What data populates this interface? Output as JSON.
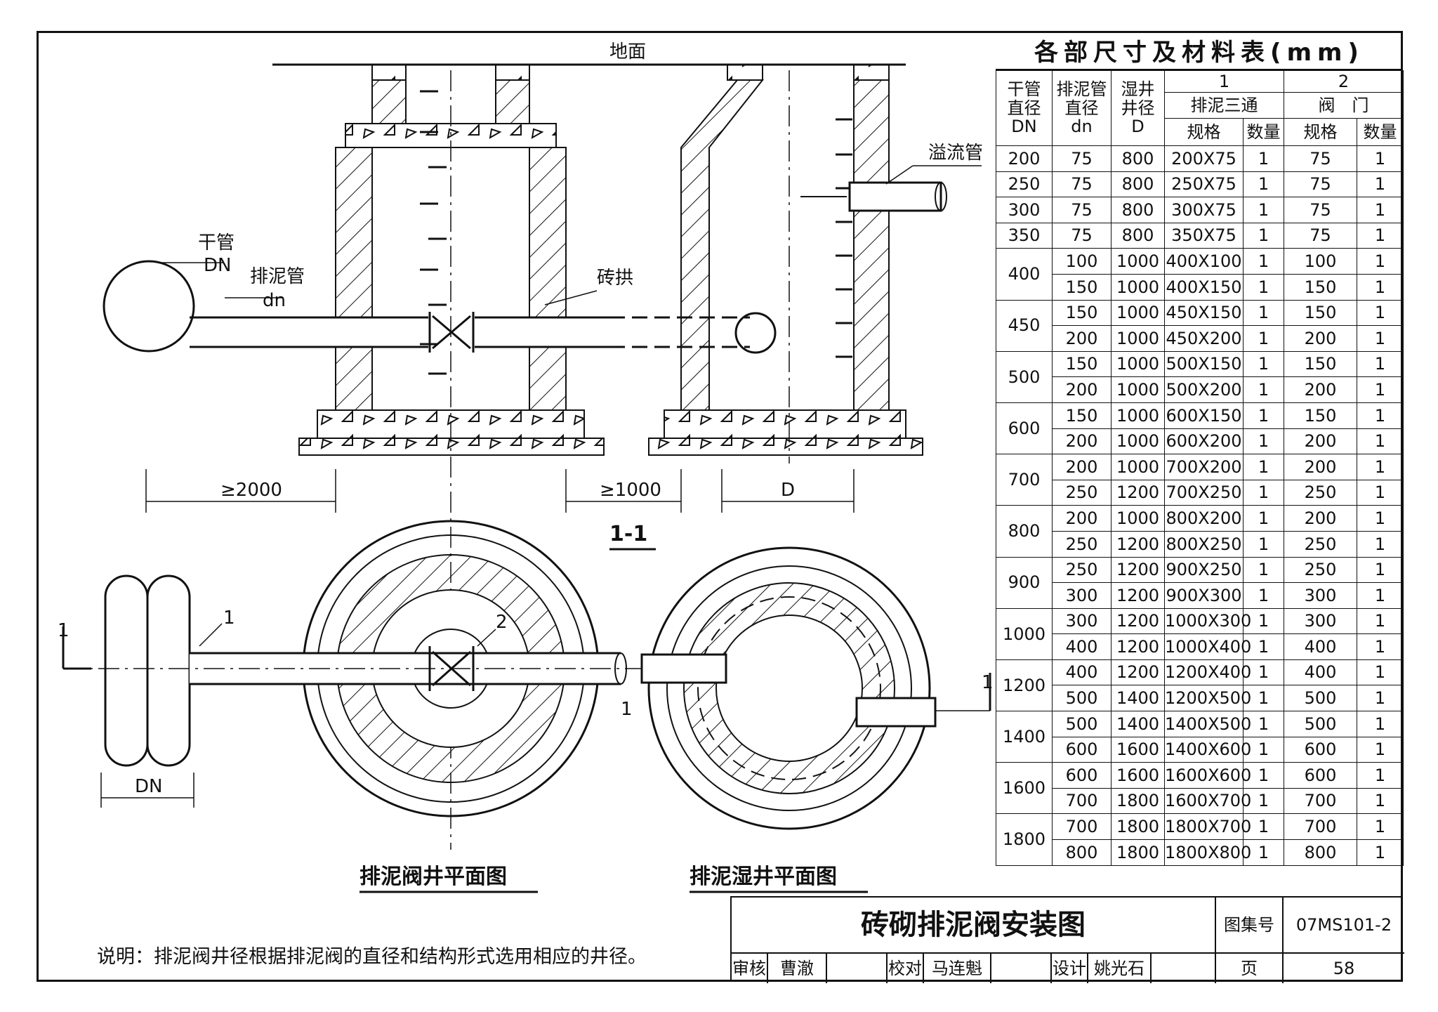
{
  "drawing": {
    "ground_label": "地面",
    "main_pipe_label": "干管",
    "main_pipe_dn": "DN",
    "drain_pipe_label": "排泥管",
    "drain_pipe_dn": "dn",
    "brick_arch_label": "砖拱",
    "overflow_label": "溢流管",
    "dim_2000": "≥2000",
    "dim_1000": "≥1000",
    "dim_D": "D",
    "dim_DN": "DN",
    "section_mark": "1-1",
    "cut_mark": "1",
    "callout_1": "1",
    "callout_2": "2",
    "valve_well_plan_title": "排泥阀井平面图",
    "wet_well_plan_title": "排泥湿井平面图"
  },
  "table": {
    "title": "各部尺寸及材料表(mm)",
    "headers": {
      "main_dn": "干管直径DN",
      "main_dn_lines": [
        "干管",
        "直径",
        "DN"
      ],
      "drain_dn_lines": [
        "排泥管",
        "直径",
        "dn"
      ],
      "wet_well_lines": [
        "湿井",
        "井径",
        "D"
      ],
      "group1_no": "1",
      "group1_name": "排泥三通",
      "group2_no": "2",
      "group2_name": "阀　门",
      "spec": "规格",
      "qty": "数量"
    },
    "rows": [
      {
        "DN": "200",
        "dn": "75",
        "D": "800",
        "tee": "200X75",
        "tee_qty": "1",
        "valve": "75",
        "valve_qty": "1"
      },
      {
        "DN": "250",
        "dn": "75",
        "D": "800",
        "tee": "250X75",
        "tee_qty": "1",
        "valve": "75",
        "valve_qty": "1"
      },
      {
        "DN": "300",
        "dn": "75",
        "D": "800",
        "tee": "300X75",
        "tee_qty": "1",
        "valve": "75",
        "valve_qty": "1"
      },
      {
        "DN": "350",
        "dn": "75",
        "D": "800",
        "tee": "350X75",
        "tee_qty": "1",
        "valve": "75",
        "valve_qty": "1"
      },
      {
        "DN": "400",
        "dn": "100",
        "D": "1000",
        "tee": "400X100",
        "tee_qty": "1",
        "valve": "100",
        "valve_qty": "1"
      },
      {
        "DN": "",
        "dn": "150",
        "D": "1000",
        "tee": "400X150",
        "tee_qty": "1",
        "valve": "150",
        "valve_qty": "1"
      },
      {
        "DN": "450",
        "dn": "150",
        "D": "1000",
        "tee": "450X150",
        "tee_qty": "1",
        "valve": "150",
        "valve_qty": "1"
      },
      {
        "DN": "",
        "dn": "200",
        "D": "1000",
        "tee": "450X200",
        "tee_qty": "1",
        "valve": "200",
        "valve_qty": "1"
      },
      {
        "DN": "500",
        "dn": "150",
        "D": "1000",
        "tee": "500X150",
        "tee_qty": "1",
        "valve": "150",
        "valve_qty": "1"
      },
      {
        "DN": "",
        "dn": "200",
        "D": "1000",
        "tee": "500X200",
        "tee_qty": "1",
        "valve": "200",
        "valve_qty": "1"
      },
      {
        "DN": "600",
        "dn": "150",
        "D": "1000",
        "tee": "600X150",
        "tee_qty": "1",
        "valve": "150",
        "valve_qty": "1"
      },
      {
        "DN": "",
        "dn": "200",
        "D": "1000",
        "tee": "600X200",
        "tee_qty": "1",
        "valve": "200",
        "valve_qty": "1"
      },
      {
        "DN": "700",
        "dn": "200",
        "D": "1000",
        "tee": "700X200",
        "tee_qty": "1",
        "valve": "200",
        "valve_qty": "1"
      },
      {
        "DN": "",
        "dn": "250",
        "D": "1200",
        "tee": "700X250",
        "tee_qty": "1",
        "valve": "250",
        "valve_qty": "1"
      },
      {
        "DN": "800",
        "dn": "200",
        "D": "1000",
        "tee": "800X200",
        "tee_qty": "1",
        "valve": "200",
        "valve_qty": "1"
      },
      {
        "DN": "",
        "dn": "250",
        "D": "1200",
        "tee": "800X250",
        "tee_qty": "1",
        "valve": "250",
        "valve_qty": "1"
      },
      {
        "DN": "900",
        "dn": "250",
        "D": "1200",
        "tee": "900X250",
        "tee_qty": "1",
        "valve": "250",
        "valve_qty": "1"
      },
      {
        "DN": "",
        "dn": "300",
        "D": "1200",
        "tee": "900X300",
        "tee_qty": "1",
        "valve": "300",
        "valve_qty": "1"
      },
      {
        "DN": "1000",
        "dn": "300",
        "D": "1200",
        "tee": "1000X300",
        "tee_qty": "1",
        "valve": "300",
        "valve_qty": "1"
      },
      {
        "DN": "",
        "dn": "400",
        "D": "1200",
        "tee": "1000X400",
        "tee_qty": "1",
        "valve": "400",
        "valve_qty": "1"
      },
      {
        "DN": "1200",
        "dn": "400",
        "D": "1200",
        "tee": "1200X400",
        "tee_qty": "1",
        "valve": "400",
        "valve_qty": "1"
      },
      {
        "DN": "",
        "dn": "500",
        "D": "1400",
        "tee": "1200X500",
        "tee_qty": "1",
        "valve": "500",
        "valve_qty": "1"
      },
      {
        "DN": "1400",
        "dn": "500",
        "D": "1400",
        "tee": "1400X500",
        "tee_qty": "1",
        "valve": "500",
        "valve_qty": "1"
      },
      {
        "DN": "",
        "dn": "600",
        "D": "1600",
        "tee": "1400X600",
        "tee_qty": "1",
        "valve": "600",
        "valve_qty": "1"
      },
      {
        "DN": "1600",
        "dn": "600",
        "D": "1600",
        "tee": "1600X600",
        "tee_qty": "1",
        "valve": "600",
        "valve_qty": "1"
      },
      {
        "DN": "",
        "dn": "700",
        "D": "1800",
        "tee": "1600X700",
        "tee_qty": "1",
        "valve": "700",
        "valve_qty": "1"
      },
      {
        "DN": "1800",
        "dn": "700",
        "D": "1800",
        "tee": "1800X700",
        "tee_qty": "1",
        "valve": "700",
        "valve_qty": "1"
      },
      {
        "DN": "",
        "dn": "800",
        "D": "1800",
        "tee": "1800X800",
        "tee_qty": "1",
        "valve": "800",
        "valve_qty": "1"
      }
    ]
  },
  "title_block": {
    "drawing_title": "砖砌排泥阀安装图",
    "atlas_label": "图集号",
    "atlas_no": "07MS101-2",
    "review_label": "审核",
    "reviewer": "曹澈",
    "check_label": "校对",
    "checker": "马连魁",
    "design_label": "设计",
    "designer": "姚光石",
    "page_label": "页",
    "page_no": "58"
  },
  "note": "说明：排泥阀井径根据排泥阀的直径和结构形式选用相应的井径。"
}
